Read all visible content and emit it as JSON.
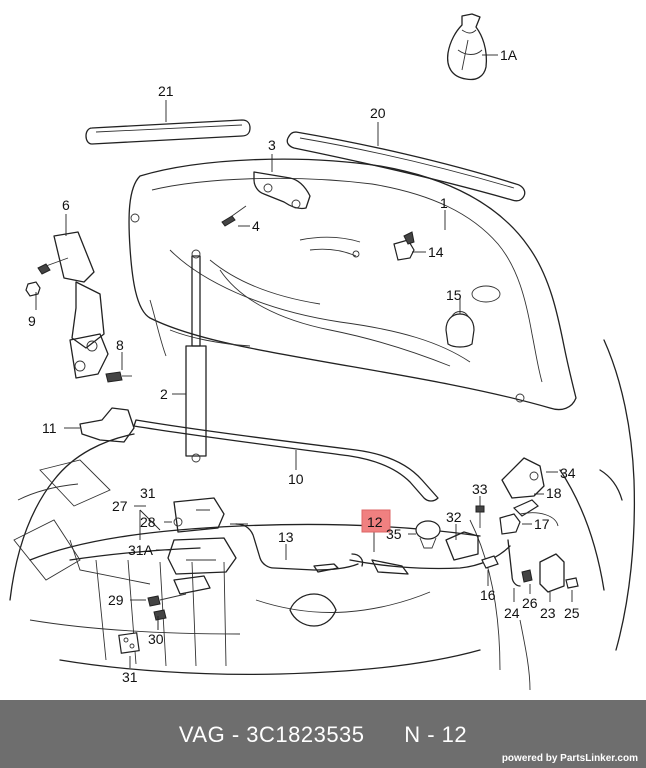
{
  "diagram": {
    "callouts": {
      "c1A": "1A",
      "c21": "21",
      "c20": "20",
      "c3": "3",
      "c1": "1",
      "c6": "6",
      "c4": "4",
      "c14": "14",
      "c15": "15",
      "c9": "9",
      "c8": "8",
      "c2": "2",
      "c11": "11",
      "c10": "10",
      "c34": "34",
      "c33": "33",
      "c18": "18",
      "c27": "27",
      "c31a": "31",
      "c28": "28",
      "c12": "12",
      "c35": "35",
      "c32": "32",
      "c17": "17",
      "c13": "13",
      "c31A": "31A",
      "c29": "29",
      "c30": "30",
      "c16": "16",
      "c24": "24",
      "c26": "26",
      "c23": "23",
      "c25": "25",
      "c31b": "31"
    },
    "highlighted_part": "12"
  },
  "footer": {
    "part_label": "VAG - 3C1823535      N - 12",
    "powered_by": "powered by PartsLinker.com"
  },
  "colors": {
    "footer_bg": "#6e6e6e",
    "highlight": "#f08080"
  }
}
